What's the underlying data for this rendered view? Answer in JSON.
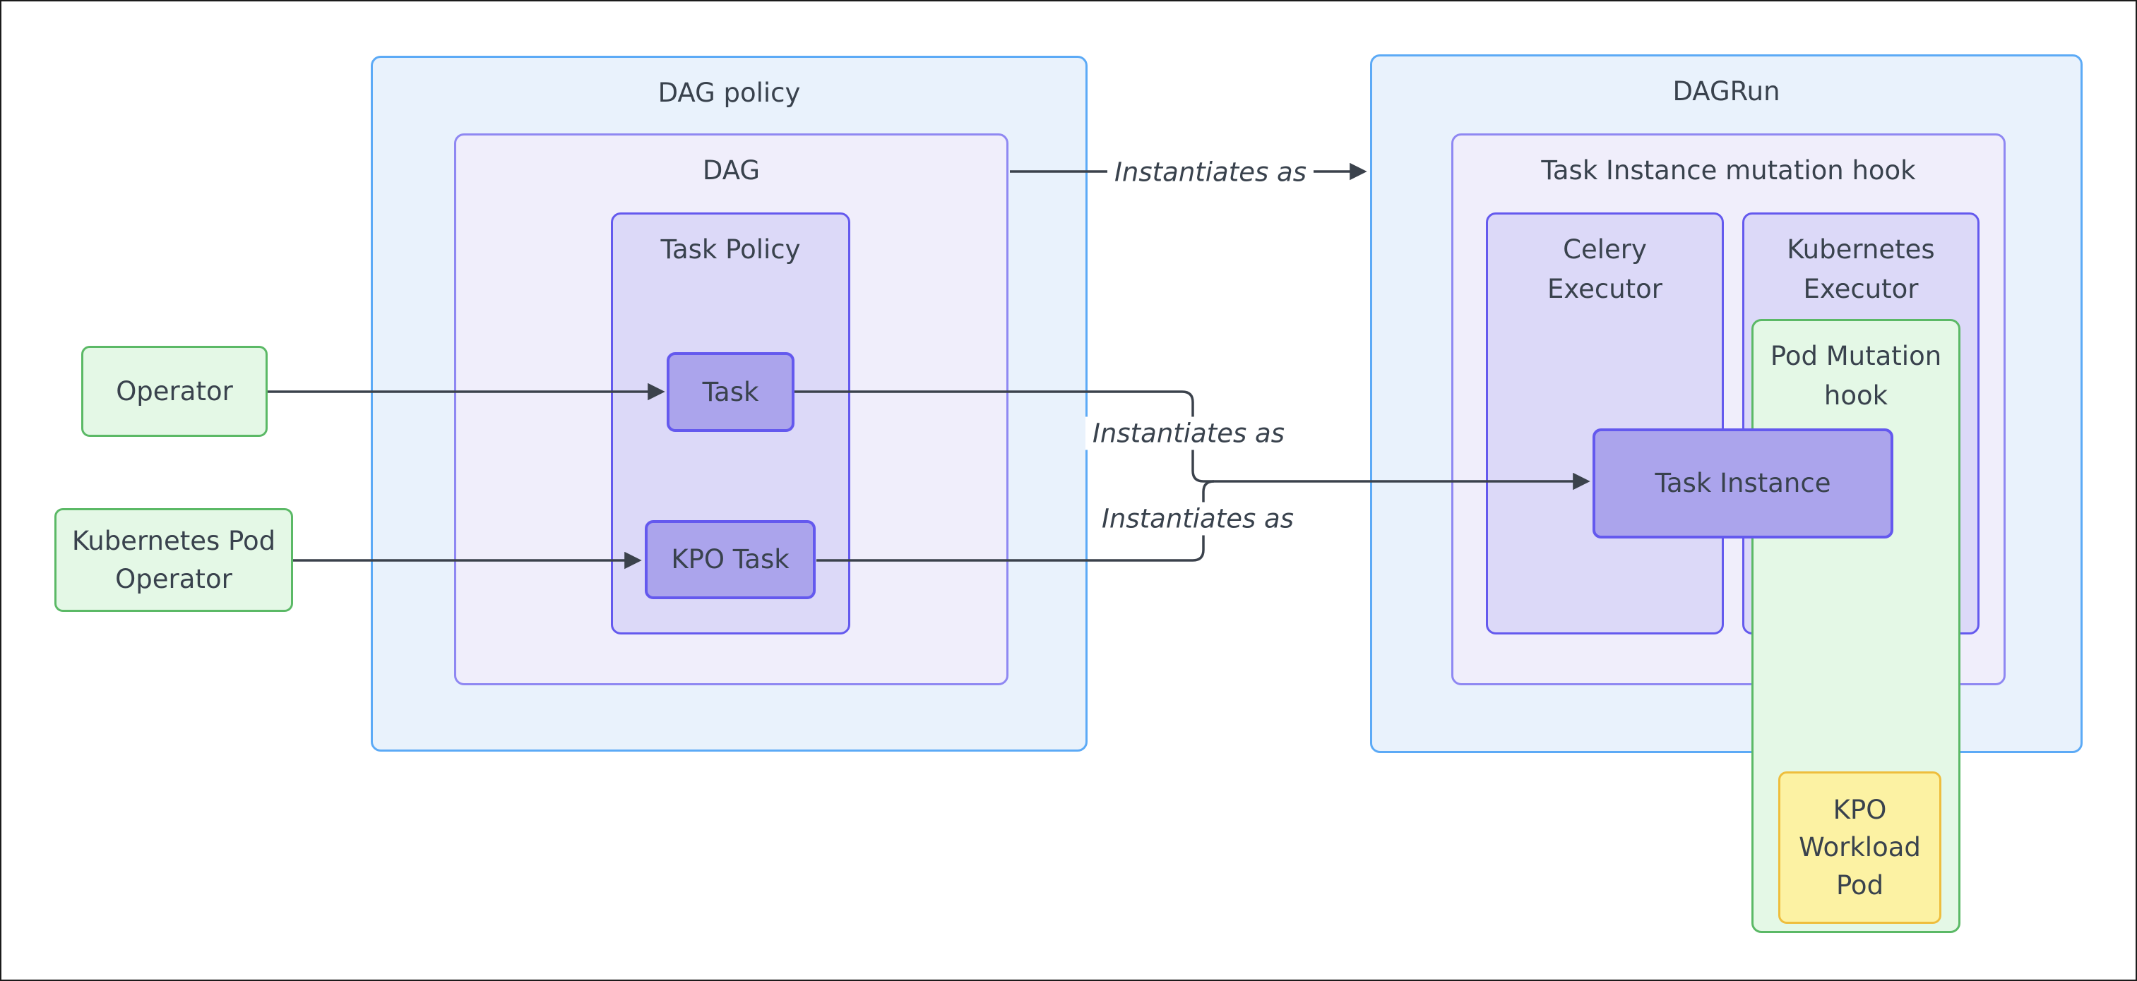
{
  "colors": {
    "canvas": "#ffffff",
    "blue-fill": "#e9f2fc",
    "blue-border": "#5caaf6",
    "lav-fill": "#f0eefb",
    "lav-border": "#8f88f2",
    "panel-fill": "#dcd9f8",
    "panel-border": "#6459ee",
    "node-fill": "#aba4ec",
    "node-border": "#6459ee",
    "green-fill": "#e4f8e6",
    "green-border": "#5bb966",
    "yellow-fill": "#fcf2a3",
    "yellow-border": "#eebe3d",
    "text": "#39424d",
    "line": "#3b424c"
  },
  "containers": {
    "dag_policy": "DAG policy",
    "dag": "DAG",
    "task_policy": "Task Policy",
    "dagrun": "DAGRun",
    "task_instance_mutation_hook": "Task Instance mutation hook",
    "celery_executor": "Celery\nExecutor",
    "kubernetes_executor": "Kubernetes\nExecutor",
    "pod_mutation_hook": "Pod Mutation\nhook"
  },
  "nodes": {
    "operator": "Operator",
    "kubernetes_pod_operator": "Kubernetes Pod\nOperator",
    "task": "Task",
    "kpo_task": "KPO Task",
    "task_instance": "Task Instance",
    "kpo_workload_pod": "KPO\nWorkload\nPod"
  },
  "edge_labels": {
    "dag_to_dagrun": "Instantiates as",
    "task_to_task_instance": "Instantiates as",
    "kpo_task_to_task_instance": "Instantiates as"
  }
}
